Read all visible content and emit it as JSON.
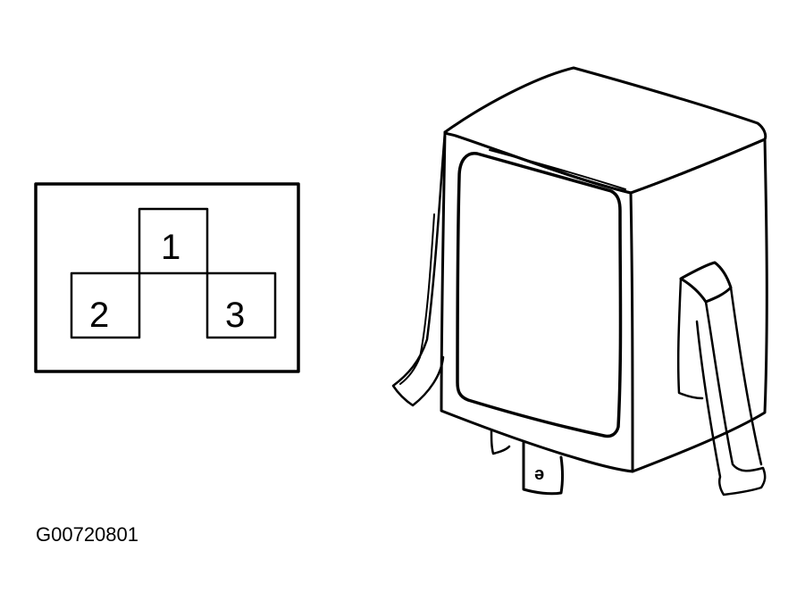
{
  "colors": {
    "ink": "#000000",
    "paper": "#ffffff"
  },
  "connector_view": {
    "pins": [
      {
        "label": "1"
      },
      {
        "label": "2"
      },
      {
        "label": "3"
      }
    ]
  },
  "relay": {
    "terminal_mark": "ə"
  },
  "figure_id": "G00720801"
}
